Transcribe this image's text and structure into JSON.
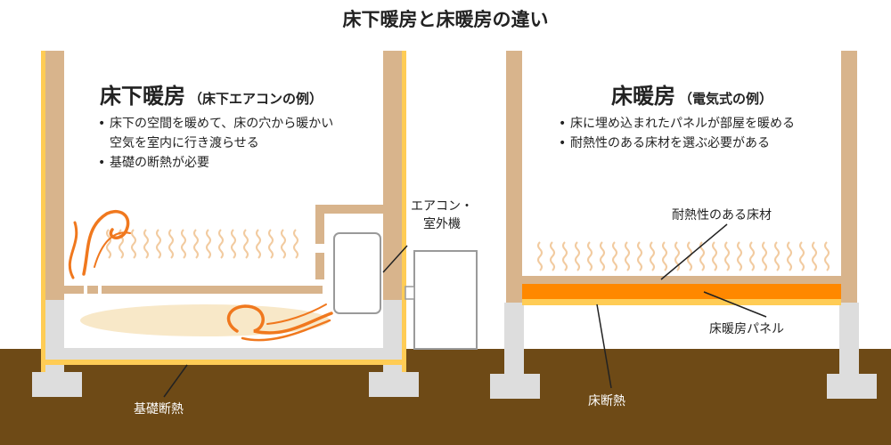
{
  "title": "床下暖房と床暖房の違い",
  "left_panel": {
    "heading": "床下暖房",
    "subheading": "（床下エアコンの例）",
    "bullets": [
      "床下の空間を暖めて、床の穴から暖かい",
      "空気を室内に行き渡らせる",
      "基礎の断熱が必要"
    ],
    "label_aircon_line1": "エアコン・",
    "label_aircon_line2": "室外機",
    "label_foundation": "基礎断熱"
  },
  "right_panel": {
    "heading": "床暖房",
    "subheading": "（電気式の例）",
    "bullets": [
      "床に埋め込まれたパネルが部屋を暖める",
      "耐熱性のある床材を選ぶ必要がある"
    ],
    "label_flooring": "耐熱性のある床材",
    "label_panel": "床暖房パネル",
    "label_floor_insulation": "床断熱"
  },
  "colors": {
    "ground": "#6e4a16",
    "wood": "#d8b48c",
    "insulation": "#ffcc55",
    "concrete": "#dddddd",
    "heat_wave": "#f2cba0",
    "warm_air": "#f0781e",
    "floor_panel": "#ff8800",
    "warm_floor_pool": "#f8e8c8"
  }
}
